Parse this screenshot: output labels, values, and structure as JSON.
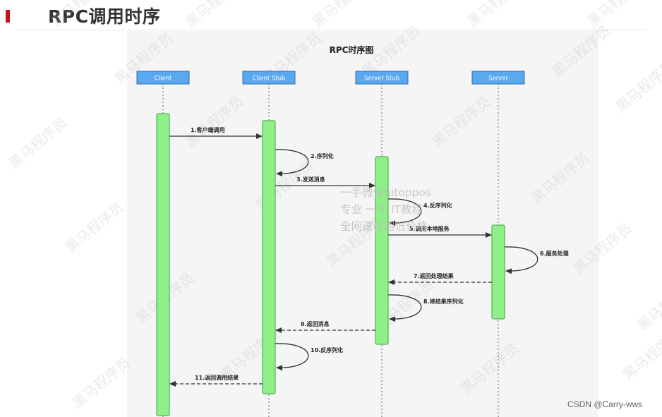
{
  "header": {
    "title": "RPC调用时序"
  },
  "diagram": {
    "title": "RPC时序图",
    "participants": [
      {
        "id": "client",
        "label": "Client"
      },
      {
        "id": "client_stub",
        "label": "Client Stub"
      },
      {
        "id": "server_stub",
        "label": "Server Stub"
      },
      {
        "id": "server",
        "label": "Server"
      }
    ],
    "messages": [
      {
        "label": "1.客户端调用",
        "from": "client",
        "to": "client_stub",
        "style": "solid"
      },
      {
        "label": "2.序列化",
        "from": "client_stub",
        "to": "client_stub",
        "style": "self"
      },
      {
        "label": "3.发送消息",
        "from": "client_stub",
        "to": "server_stub",
        "style": "solid"
      },
      {
        "label": "4.反序列化",
        "from": "server_stub",
        "to": "server_stub",
        "style": "self"
      },
      {
        "label": "5.调用本地服务",
        "from": "server_stub",
        "to": "server",
        "style": "solid"
      },
      {
        "label": "6.服务处理",
        "from": "server",
        "to": "server",
        "style": "self"
      },
      {
        "label": "7.返回处理结果",
        "from": "server",
        "to": "server_stub",
        "style": "dashed"
      },
      {
        "label": "8.将结果序列化",
        "from": "server_stub",
        "to": "server_stub",
        "style": "self"
      },
      {
        "label": "9.返回消息",
        "from": "server_stub",
        "to": "client_stub",
        "style": "dashed"
      },
      {
        "label": "10.反序列化",
        "from": "client_stub",
        "to": "client_stub",
        "style": "self"
      },
      {
        "label": "11.返回调用结果",
        "from": "client_stub",
        "to": "client",
        "style": "dashed"
      }
    ],
    "colors": {
      "actor_fill": "#5aa8f0",
      "actor_border": "#2a6fb5",
      "activation_fill": "#8ff08a",
      "activation_border": "#3aa33a",
      "arrow": "#333333"
    }
  },
  "watermark": {
    "text": "黑马程序员",
    "ad_lines": [
      "一手微信hitoppos",
      "专业 一手 IT教程",
      "全网课程超低价格"
    ]
  },
  "footer": {
    "credit": "CSDN @Carry-wws"
  }
}
